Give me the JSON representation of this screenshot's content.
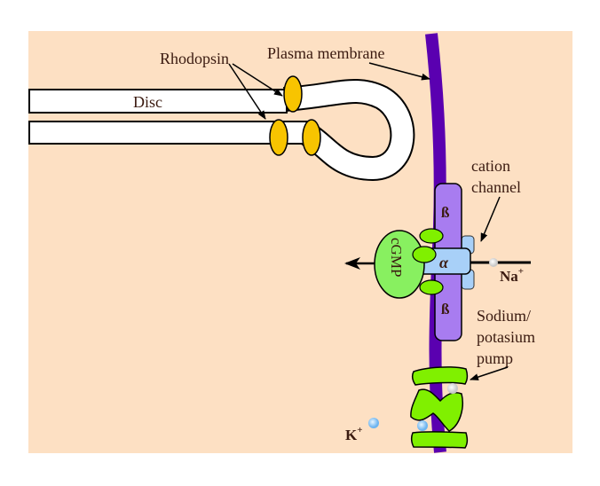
{
  "labels": {
    "rhodopsin": "Rhodopsin",
    "plasma_membrane": "Plasma membrane",
    "disc": "Disc",
    "cation_channel_line1": "cation",
    "cation_channel_line2": "channel",
    "beta_top": "ß",
    "beta_bottom": "ß",
    "alpha": "α",
    "cgmp": "cGMP",
    "na": "Na",
    "na_charge": "+",
    "pump_line1": "Sodium/",
    "pump_line2": "potasium",
    "pump_line3": "pump",
    "k": "K",
    "k_charge": "+"
  },
  "colors": {
    "background": "#fde0c3",
    "membrane": "#5a00b0",
    "rhodopsin": "#f8c400",
    "beta_subunit": "#a87cf0",
    "alpha_subunit": "#a8d0f8",
    "cgmp": "#88f060",
    "pump": "#80f000",
    "ion": "#88c8f8"
  }
}
